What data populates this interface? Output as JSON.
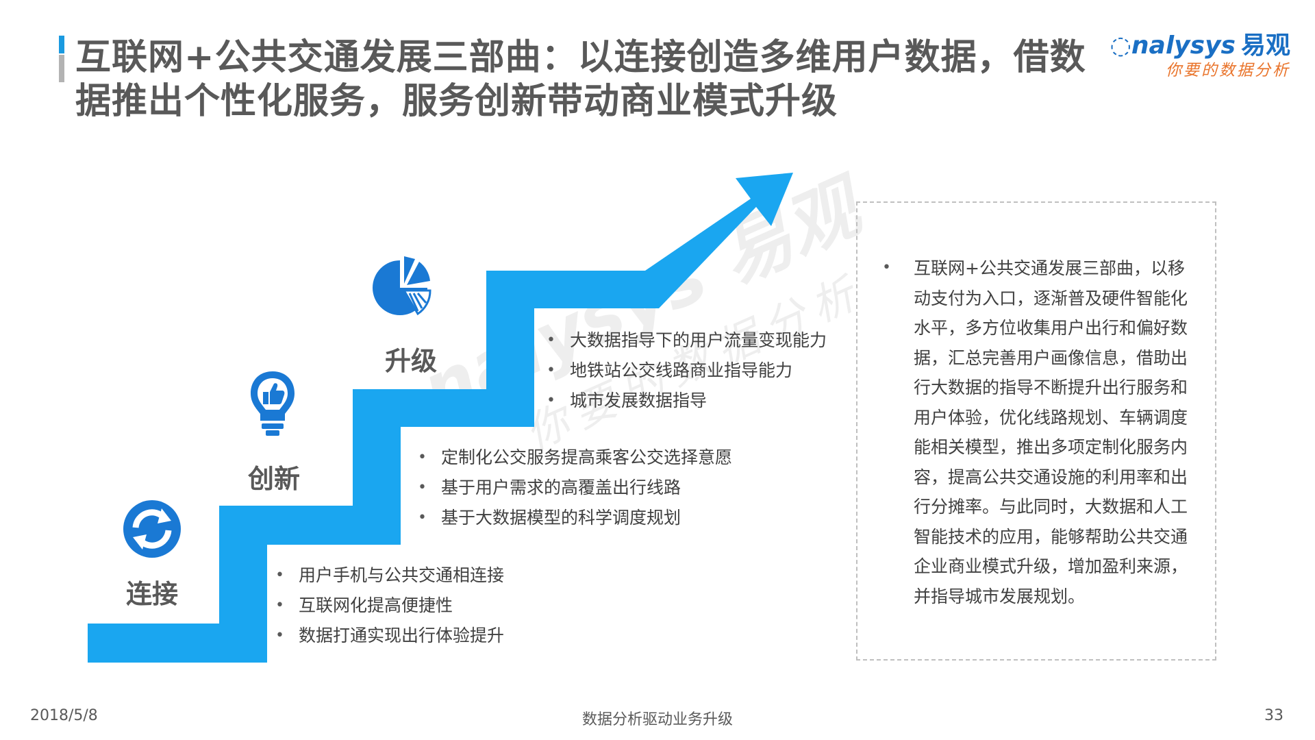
{
  "title": "互联网+公共交通发展三部曲：以连接创造多维用户数据，借数据推出个性化服务，服务创新带动商业模式升级",
  "logo": {
    "brand": "nalysys",
    "brand_cn": "易观",
    "tagline": "你要的数据分析"
  },
  "watermark": {
    "line1": "nalysys 易观",
    "line2": "你要的数据分析"
  },
  "stages": [
    {
      "label": "连接",
      "icon": "refresh-icon",
      "bullets": [
        "用户手机与公共交通相连接",
        "互联网化提高便捷性",
        "数据打通实现出行体验提升"
      ]
    },
    {
      "label": "创新",
      "icon": "lightbulb-thumbsup-icon",
      "bullets": [
        "定制化公交服务提高乘客公交选择意愿",
        "基于用户需求的高覆盖出行线路",
        "基于大数据模型的科学调度规划"
      ]
    },
    {
      "label": "升级",
      "icon": "pie-chart-icon",
      "bullets": [
        "大数据指导下的用户流量变现能力",
        "地铁站公交线路商业指导能力",
        "城市发展数据指导"
      ]
    }
  ],
  "summary": "互联网+公共交通发展三部曲，以移动支付为入口，逐渐普及硬件智能化水平，多方位收集用户出行和偏好数据，汇总完善用户画像信息，借助出行大数据的指导不断提升出行服务和用户体验，优化线路规划、车辆调度能相关模型，推出多项定制化服务内容，提高公共交通设施的利用率和出行分摊率。与此同时，大数据和人工智能技术的应用，能够帮助公共交通企业商业模式升级，增加盈利来源，并指导城市发展规划。",
  "footer": {
    "date": "2018/5/8",
    "center": "数据分析驱动业务升级",
    "page": "33"
  },
  "colors": {
    "stair_blue": "#1aa6f0",
    "icon_blue": "#1a79d4",
    "logo_orange": "#e9742b"
  }
}
